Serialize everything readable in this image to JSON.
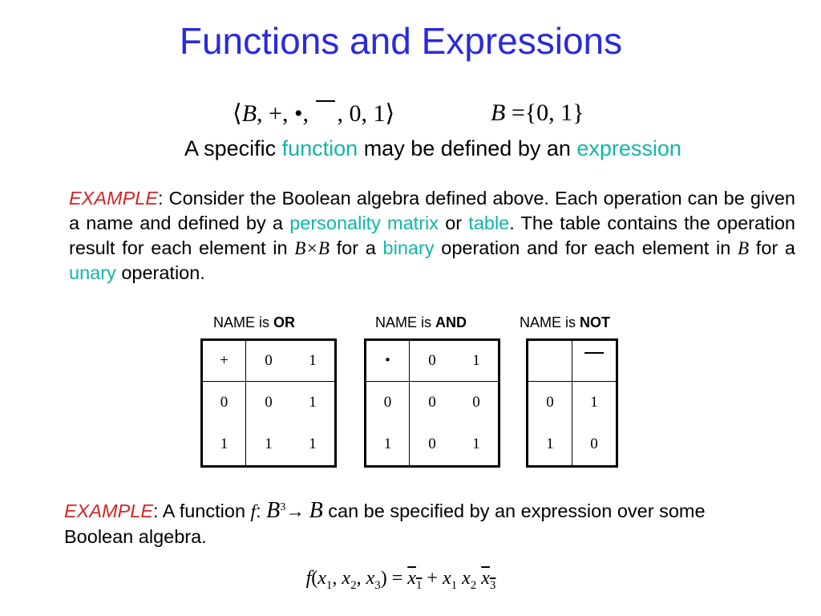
{
  "slide": {
    "title": "Functions and Expressions",
    "algebra": {
      "open": "⟨",
      "set_symbol": "B",
      "op_sep1": ", +, •, ",
      "op_sep2": ", 0, 1",
      "close": "⟩",
      "set_def_symbol": "B",
      "set_def_value": " ={0, 1}"
    },
    "intro": {
      "part1": "A specific ",
      "word_function": "function",
      "part2": " may be defined by an ",
      "word_expression": "expression"
    },
    "example1": {
      "label": "EXAMPLE",
      "colon": ":",
      "text1": "  Consider the Boolean algebra defined above.  Each operation can be given a name and defined by a ",
      "personality_matrix": "personality matrix",
      "text2": " or ",
      "table_word": "table",
      "text3": ".  The table contains the operation result for each element in ",
      "bxb": "B×B",
      "text4": " for a ",
      "binary": "binary",
      "text5": " operation and for each element in ",
      "b": "B",
      "text6": " for a ",
      "unary": "unary",
      "text7": " operation."
    },
    "tables": {
      "or": {
        "caption_prefix": "NAME is ",
        "caption_name": "OR",
        "header": [
          "+",
          "0",
          "1"
        ],
        "rows": [
          [
            "0",
            "0",
            "1"
          ],
          [
            "1",
            "1",
            "1"
          ]
        ]
      },
      "and": {
        "caption_prefix": "NAME is ",
        "caption_name": "AND",
        "header": [
          "•",
          "0",
          "1"
        ],
        "rows": [
          [
            "0",
            "0",
            "0"
          ],
          [
            "1",
            "0",
            "1"
          ]
        ]
      },
      "not": {
        "caption_prefix": "NAME is ",
        "caption_name": "NOT",
        "rows": [
          [
            "0",
            "1"
          ],
          [
            "1",
            "0"
          ]
        ]
      }
    },
    "example2": {
      "label": "EXAMPLE",
      "colon": ":",
      "text1": "  A function ",
      "f": "f",
      "colon2": ": ",
      "b_domain": "B",
      "exp": "3",
      "arrow": "→ ",
      "b_codomain": "B",
      "text2": " can be specified by an expression over some Boolean algebra."
    },
    "expression": {
      "f": "f",
      "open": "(",
      "x": "x",
      "sub1": "1",
      "sub2": "2",
      "sub3": "3",
      "sep": ", ",
      "close_eq": ") = ",
      "plus": " + ",
      "space": " "
    }
  }
}
